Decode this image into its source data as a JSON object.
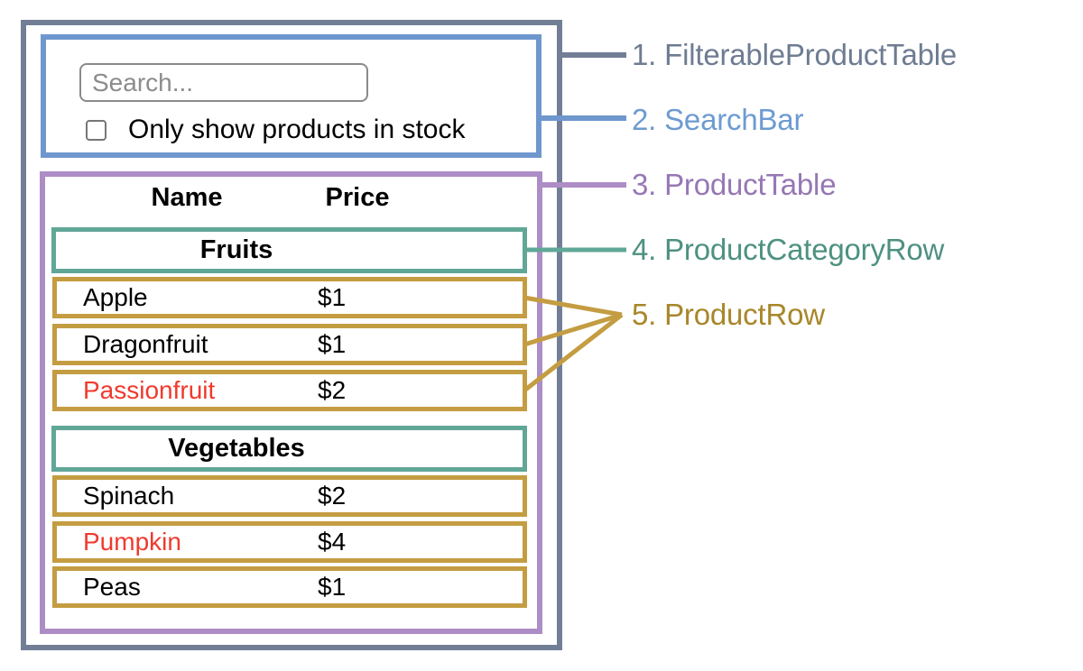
{
  "app": {
    "mock": {
      "search": {
        "placeholder": "Search...",
        "checkbox_label": "Only show products in stock",
        "checkbox_checked": false
      },
      "table": {
        "headers": {
          "name": "Name",
          "price": "Price"
        },
        "sections": [
          {
            "category": "Fruits",
            "rows": [
              {
                "name": "Apple",
                "price": "$1",
                "out_of_stock": false
              },
              {
                "name": "Dragonfruit",
                "price": "$1",
                "out_of_stock": false
              },
              {
                "name": "Passionfruit",
                "price": "$2",
                "out_of_stock": true
              }
            ]
          },
          {
            "category": "Vegetables",
            "rows": [
              {
                "name": "Spinach",
                "price": "$2",
                "out_of_stock": false
              },
              {
                "name": "Pumpkin",
                "price": "$4",
                "out_of_stock": true
              },
              {
                "name": "Peas",
                "price": "$1",
                "out_of_stock": false
              }
            ]
          }
        ]
      }
    },
    "legend": {
      "items": [
        {
          "number": "1.",
          "label": "FilterableProductTable",
          "color": "#6E7C92"
        },
        {
          "number": "2.",
          "label": "SearchBar",
          "color": "#6D9BD1"
        },
        {
          "number": "3.",
          "label": "ProductTable",
          "color": "#9677B4"
        },
        {
          "number": "4.",
          "label": "ProductCategoryRow",
          "color": "#4E9181"
        },
        {
          "number": "5.",
          "label": "ProductRow",
          "color": "#A8862A"
        }
      ]
    },
    "colors": {
      "outer_border": "#717E96",
      "searchbar_border": "#6F97CE",
      "table_border": "#AD8DC6",
      "category_border": "#61A797",
      "row_border": "#C49D42",
      "out_of_stock_text": "#EF3A2D"
    }
  }
}
